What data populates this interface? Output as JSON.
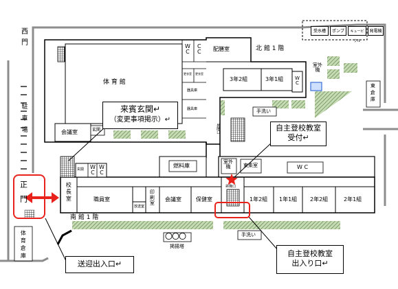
{
  "gates": {
    "west": "西門",
    "main": "正門"
  },
  "parking": "駐車場",
  "facilities": {
    "water_tank": "受水槽",
    "pump": "ポンプ",
    "cubicle": "キュービクル",
    "generator": "発電機"
  },
  "storage": {
    "gym": "体育倉庫",
    "east": "東倉庫",
    "fuel": "燃料庫"
  },
  "north": {
    "floor": "北 館 1 階",
    "gym": "体 育 館",
    "meeting_room": "会議室",
    "entrance": "玄関",
    "wc_a": "W\nC",
    "wc_b": "C\nC",
    "serving_room": "配膳室",
    "changing_a": "更衣室",
    "changing_b": "更衣室",
    "equipment_a": "器具庫",
    "equipment_b": "器具庫",
    "class_3_2": "3年2組",
    "class_3_1": "3年1組",
    "wc_east": "W\nC",
    "outdoor_unit": "室外\n機",
    "shoe_entrance": "昇降口"
  },
  "south": {
    "floor": "南 館 1 階",
    "principal": "校長室",
    "entrance": "玄関",
    "wc_a": "W\nC",
    "wc_b": "W\nC",
    "staff_room": "職員室",
    "broadcast": "放送室",
    "print_room": "印刷室",
    "meeting_room": "会議室",
    "nurse_room": "保健室",
    "shoe_entrance": "昇降口",
    "class_1_2": "1年2組",
    "class_1_1": "1年1組",
    "class_2_2": "2年2組",
    "class_2_1": "2年1組",
    "outdoor_unit": "室外\n機",
    "hall": "東集室",
    "wc": "W C"
  },
  "grounds": {
    "hand_wash_north": "手洗い",
    "hand_wash_south": "手洗い",
    "flagpole": "掲揚塔",
    "flagpole_marks": "〇〇〇"
  },
  "callouts": {
    "guest_entrance": "来賓玄関↵",
    "notice_board": "（変更事項掲示）↵",
    "reception_title": "自主登校教室",
    "reception": "受付↵",
    "pickup": "送迎出入口↵",
    "class_entry_title": "自主登校教室",
    "class_entry": "出入り口↵"
  },
  "colors": {
    "highlight": "#e8221b",
    "hatch": "#c6dbb4",
    "hatch_line": "#6b8f58",
    "boundary": "#8c8c8c",
    "outdoor_unit": "#3b6fd6"
  }
}
